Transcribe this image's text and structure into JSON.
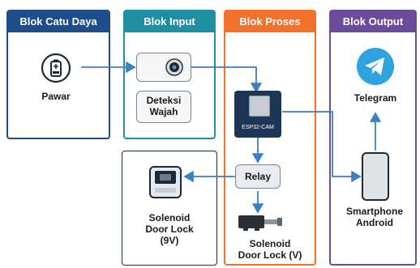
{
  "blocks": {
    "catu_daya": {
      "title": "Blok Catu Daya",
      "color": "#1f4e8c"
    },
    "input": {
      "title": "Blok Input",
      "color": "#1f8fa3"
    },
    "proses": {
      "title": "Blok Proses",
      "color": "#f2712b"
    },
    "output": {
      "title": "Blok Output",
      "color": "#6b4c9a"
    }
  },
  "labels": {
    "pawar": "Pawar",
    "deteksi_wajah": "Deteksi\nWajah",
    "esp32": "ESP32-CAM",
    "relay": "Relay",
    "solenoid_proses": "Solenoid\nDoor Lock (V)",
    "solenoid_left": "Solenoid\nDoor Lock\n(9V)",
    "telegram": "Telegram",
    "smartphone": "Smartphone\nAndroid"
  },
  "colors": {
    "wire": "#3b7fc4",
    "telegram": "#2ea3e0"
  },
  "icons": {
    "battery": "battery-icon",
    "camera": "camera-icon",
    "chip": "esp32-chip-icon",
    "lock": "door-lock-icon",
    "solenoid": "solenoid-icon",
    "telegram": "telegram-icon",
    "phone": "smartphone-icon"
  }
}
